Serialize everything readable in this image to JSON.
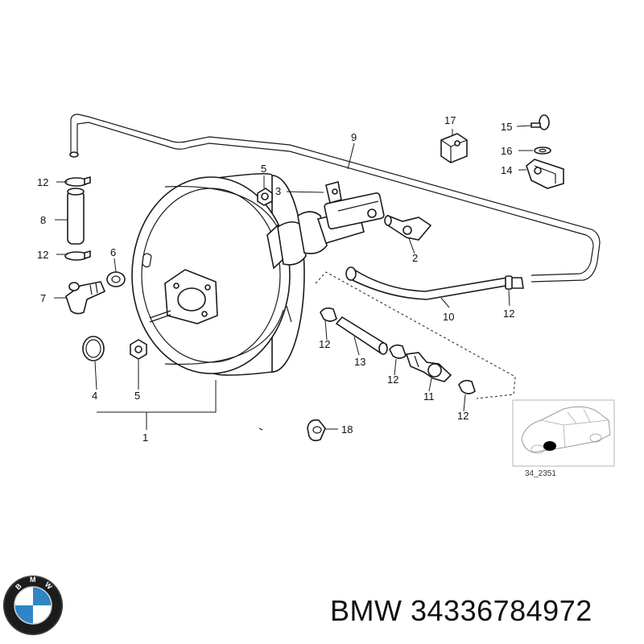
{
  "callouts": {
    "c1": "1",
    "c2": "2",
    "c3": "3",
    "c4": "4",
    "c5a": "5",
    "c5b": "5",
    "c6": "6",
    "c7": "7",
    "c8": "8",
    "c9": "9",
    "c10": "10",
    "c11": "11",
    "c12a": "12",
    "c12b": "12",
    "c12c": "12",
    "c12d": "12",
    "c12e": "12",
    "c12f": "12",
    "c13": "13",
    "c14": "14",
    "c15": "15",
    "c16": "16",
    "c17": "17",
    "c18": "18"
  },
  "inset": {
    "reference": "34_2351"
  },
  "logo": {
    "letters": "BMW",
    "colors": {
      "blue": "#2f86c6",
      "ring": "#1c1c1c"
    }
  },
  "caption": {
    "brand": "BMW",
    "part_number": "34336784972"
  }
}
